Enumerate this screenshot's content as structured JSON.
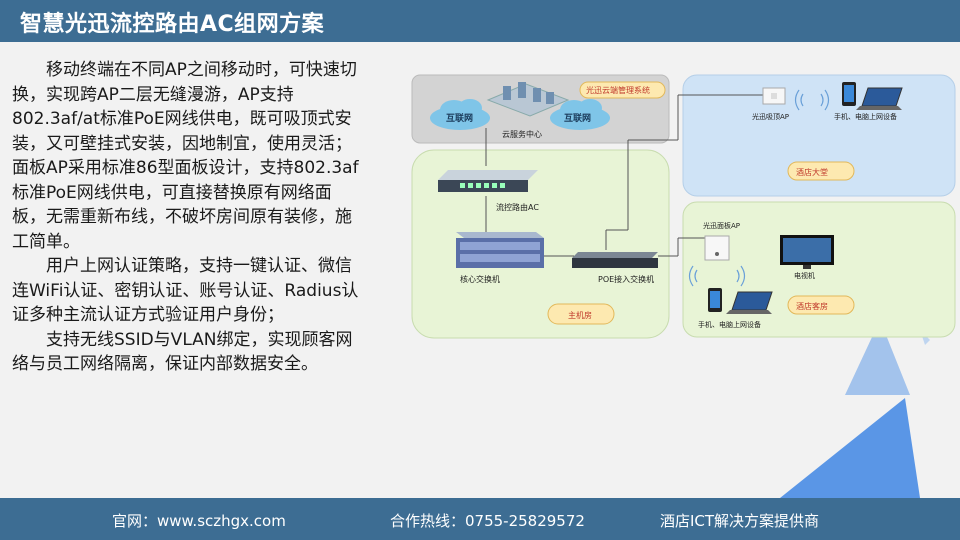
{
  "title": "智慧光迅流控路由AC组网方案",
  "paragraphs": [
    "移动终端在不同AP之间移动时，可快速切换，实现跨AP二层无缝漫游，AP支持802.3af/at标准PoE网线供电，既可吸顶式安装，又可壁挂式安装，因地制宜，使用灵活；面板AP采用标准86型面板设计，支持802.3af标准PoE网线供电，可直接替换原有网络面板，无需重新布线，不破坏房间原有装修，施工简单。",
    "用户上网认证策略，支持一键认证、微信连WiFi认证、密钥认证、账号认证、Radius认证多种主流认证方式验证用户身份；",
    "支持无线SSID与VLAN绑定，实现顾客网络与员工网络隔离，保证内部数据安全。"
  ],
  "diagram": {
    "internet1": "互联网",
    "internet2": "互联网",
    "cloud_center": "云服务中心",
    "cloud_system": "光迅云端管理系统",
    "router": "流控路由AC",
    "core_switch": "核心交换机",
    "poe_switch": "POE接入交换机",
    "server_room": "主机房",
    "ceiling_ap": "光迅吸顶AP",
    "devices_lobby": "手机、电脑上网设备",
    "lobby": "酒店大堂",
    "panel_ap": "光迅面板AP",
    "tv": "电视机",
    "devices_room": "手机、电脑上网设备",
    "guest_room": "酒店客房"
  },
  "footer": {
    "website": "官网：www.sczhgx.com",
    "hotline": "合作热线：0755-25829572",
    "slogan": "酒店ICT解决方案提供商"
  },
  "colors": {
    "header": "#3d6d93",
    "green_zone": "#e8f4d6",
    "blue_zone": "#cfe3f6",
    "accent_triangle": "#4a8ae0"
  }
}
